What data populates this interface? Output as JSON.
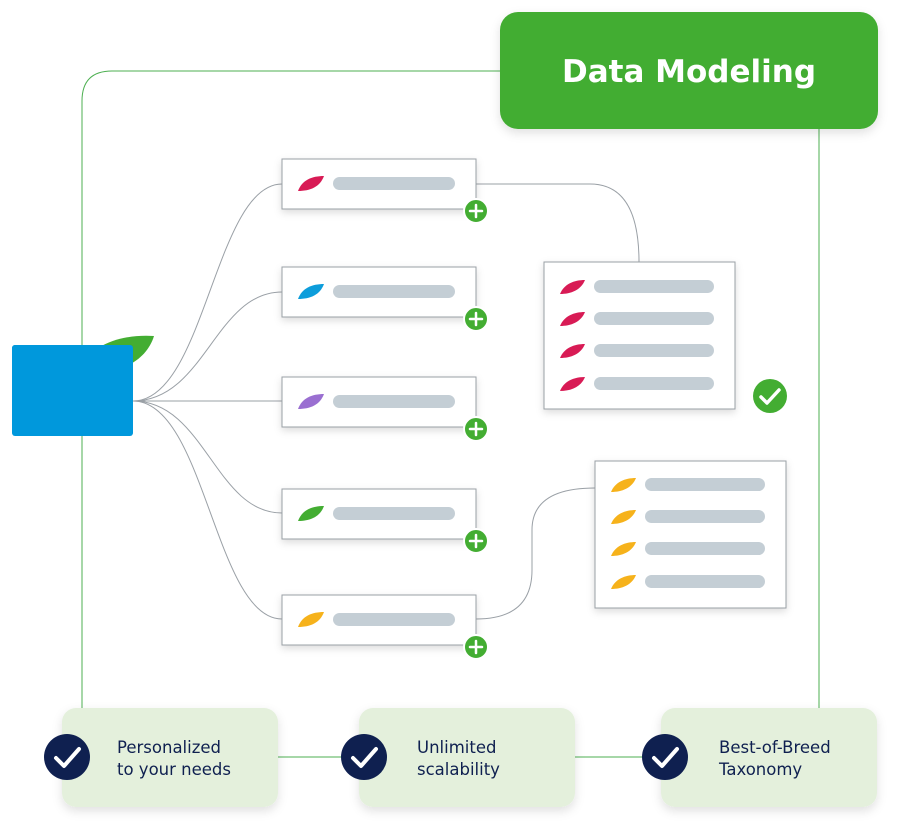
{
  "title": "Data Modeling",
  "colors": {
    "brand_green": "#43ad32",
    "connector_green": "#4caf50",
    "feature_bg": "#e4f0dc",
    "check_navy": "#0f2050",
    "folder_blue": "#0098dc",
    "folder_tab_navy": "#0c2c6b",
    "placeholder_bar": "#c4ced5",
    "tree_line": "#9aa0a6"
  },
  "category_cards": [
    {
      "leaf_color": "#d81b55",
      "leaf_icon": "leaf-icon"
    },
    {
      "leaf_color": "#0d9ddb",
      "leaf_icon": "leaf-icon"
    },
    {
      "leaf_color": "#9a6fd1",
      "leaf_icon": "leaf-icon"
    },
    {
      "leaf_color": "#43ad32",
      "leaf_icon": "leaf-icon"
    },
    {
      "leaf_color": "#f6b21b",
      "leaf_icon": "leaf-icon"
    }
  ],
  "detail_panels": [
    {
      "leaf_color": "#d81b55",
      "row_count": 4,
      "status_icon": "check-circle-icon"
    },
    {
      "leaf_color": "#f6b21b",
      "row_count": 4
    }
  ],
  "features": [
    {
      "line1": "Personalized",
      "line2": "to your needs"
    },
    {
      "line1": "Unlimited",
      "line2": "scalability"
    },
    {
      "line1": "Best-of-Breed",
      "line2": "Taxonomy"
    }
  ]
}
